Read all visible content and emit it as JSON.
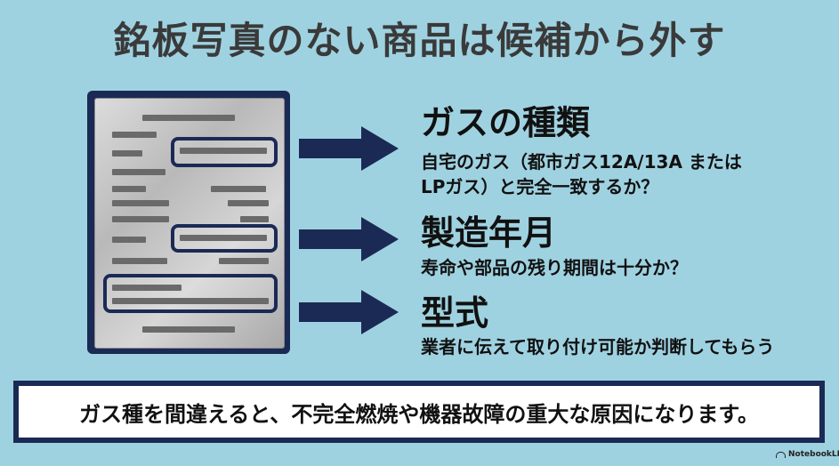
{
  "title": "銘板写真のない商品は候補から外す",
  "items": [
    {
      "heading": "ガスの種類",
      "description_lines": [
        "自宅のガス（都市ガス12A/13A または",
        "LPガス）と完全一致するか？"
      ]
    },
    {
      "heading": "製造年月",
      "description_lines": [
        "寿命や部品の残り期間は十分か？"
      ]
    },
    {
      "heading": "型式",
      "description_lines": [
        "業者に伝えて取り付け可能か判断してもらう"
      ]
    }
  ],
  "warning": "ガス種を間違えると、不完全燃焼や機器故障の重大な原因になります。",
  "brand": "NotebookLM",
  "colors": {
    "background": "#9fd2e1",
    "navy": "#1b2a55",
    "title_text": "#3a3a3a"
  }
}
